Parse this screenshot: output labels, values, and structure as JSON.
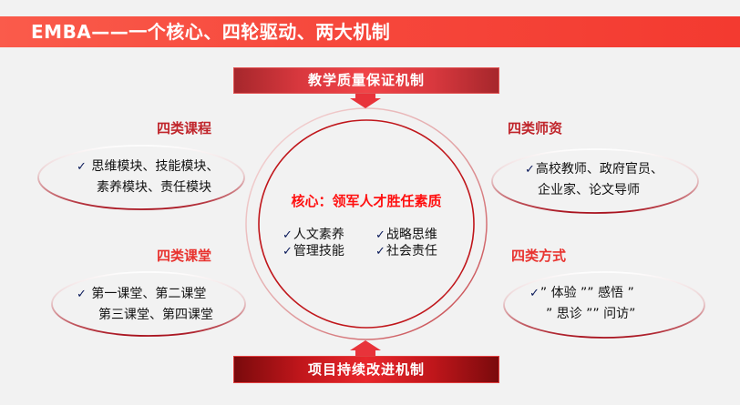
{
  "header": {
    "title": "EMBA——一个核心、四轮驱动、两大机制"
  },
  "mechanisms": {
    "top": {
      "label": "教学质量保证机制",
      "arrow": "down-arrow-icon"
    },
    "bottom": {
      "label": "项目持续改进机制",
      "arrow": "up-arrow-icon"
    }
  },
  "core": {
    "title": "核心：领军人才胜任素质",
    "check_icon": "✓",
    "items": [
      "人文素养",
      "战略思维",
      "管理技能",
      "社会责任"
    ]
  },
  "groups": {
    "courses": {
      "title": "四类课程",
      "lines": [
        "思维模块、技能模块、",
        "素养模块、责任模块"
      ]
    },
    "classrooms": {
      "title": "四类课堂",
      "lines": [
        "第一课堂、第二课堂",
        "第三课堂、第四课堂"
      ]
    },
    "faculty": {
      "title": "四类师资",
      "lines": [
        "高校教师、政府官员、",
        "企业家、论文导师"
      ]
    },
    "methods": {
      "title": "四类方式",
      "lines": [
        "” 体验 ”” 感悟 ”",
        "” 思诊 ”” 问访”"
      ]
    }
  },
  "colors": {
    "header_red": "#f6483c",
    "title_dark_red": "#c0262c",
    "title_red": "#e8332f",
    "core_title_red": "#ff1010",
    "circle_red": "#c0161b"
  }
}
